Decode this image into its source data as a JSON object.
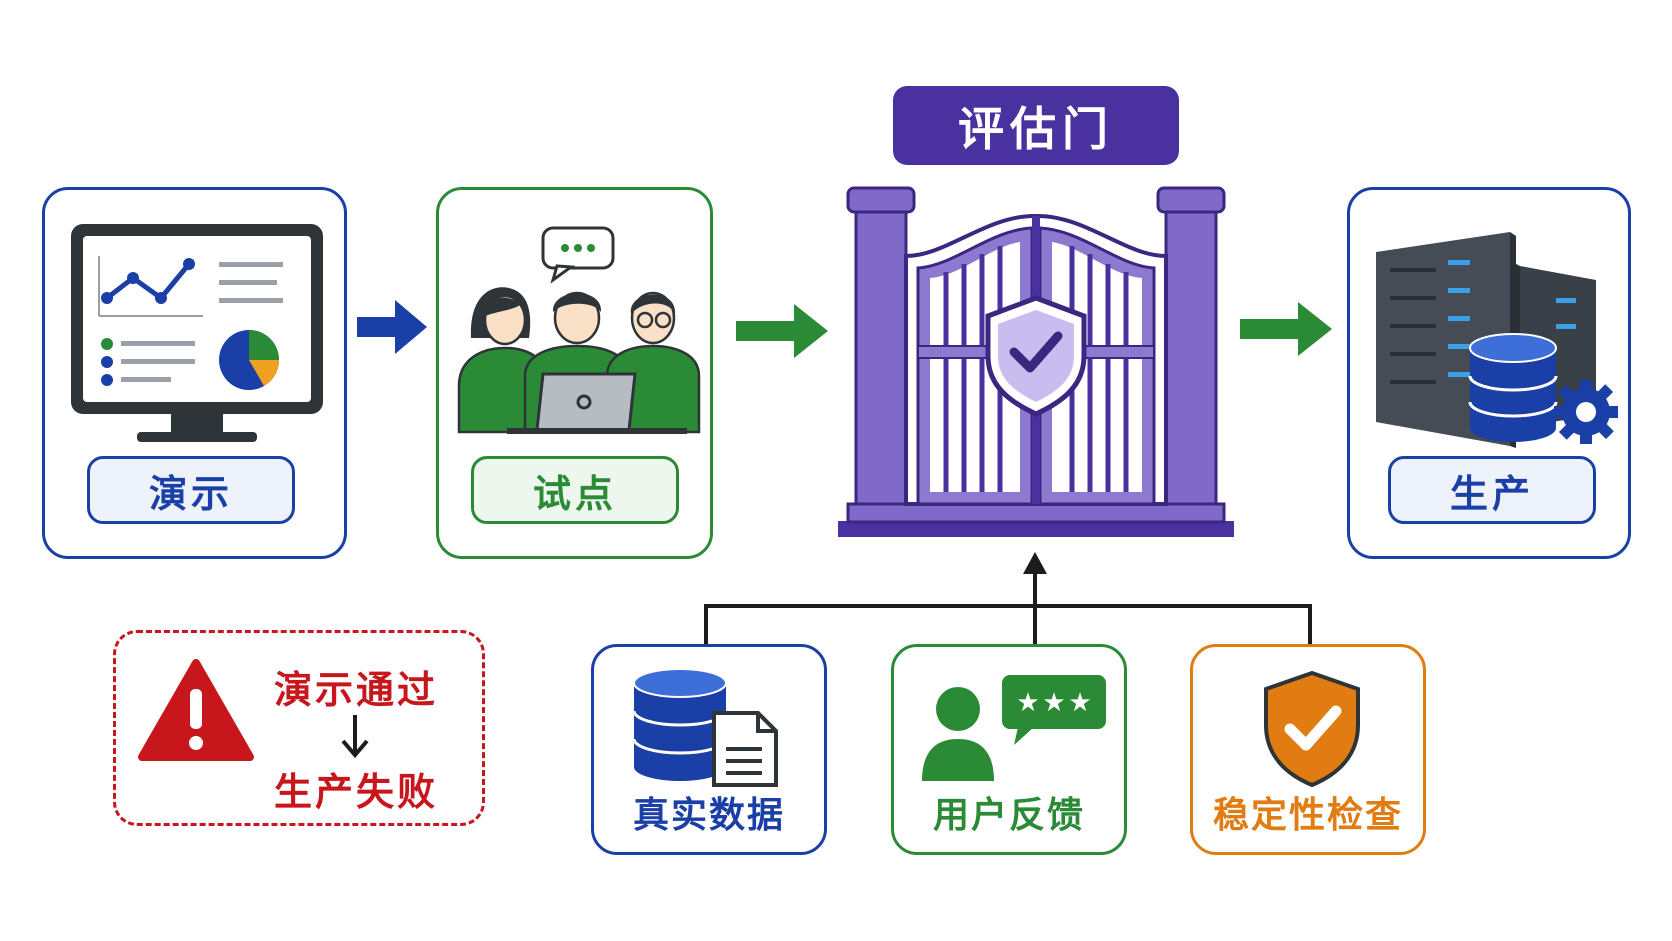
{
  "stages": {
    "demo": {
      "label": "演示",
      "icon": "monitor-dashboard-icon",
      "color": "#1a3fa6"
    },
    "pilot": {
      "label": "试点",
      "icon": "team-laptop-icon",
      "color": "#2a8a36"
    },
    "gate": {
      "title": "评估门",
      "icon": "gate-shield-icon",
      "color": "#4a31a0"
    },
    "production": {
      "label": "生产",
      "icon": "server-database-icon",
      "color": "#1a3fa6"
    }
  },
  "criteria": [
    {
      "label": "真实数据",
      "icon": "database-document-icon",
      "color": "#1a3fa6"
    },
    {
      "label": "用户反馈",
      "icon": "user-rating-icon",
      "color": "#2a8a36"
    },
    {
      "label": "稳定性检查",
      "icon": "shield-check-icon",
      "color": "#e07c12"
    }
  ],
  "warning": {
    "line1": "演示通过",
    "line2": "生产失败",
    "icon": "warning-triangle-icon",
    "color": "#c8161d"
  }
}
